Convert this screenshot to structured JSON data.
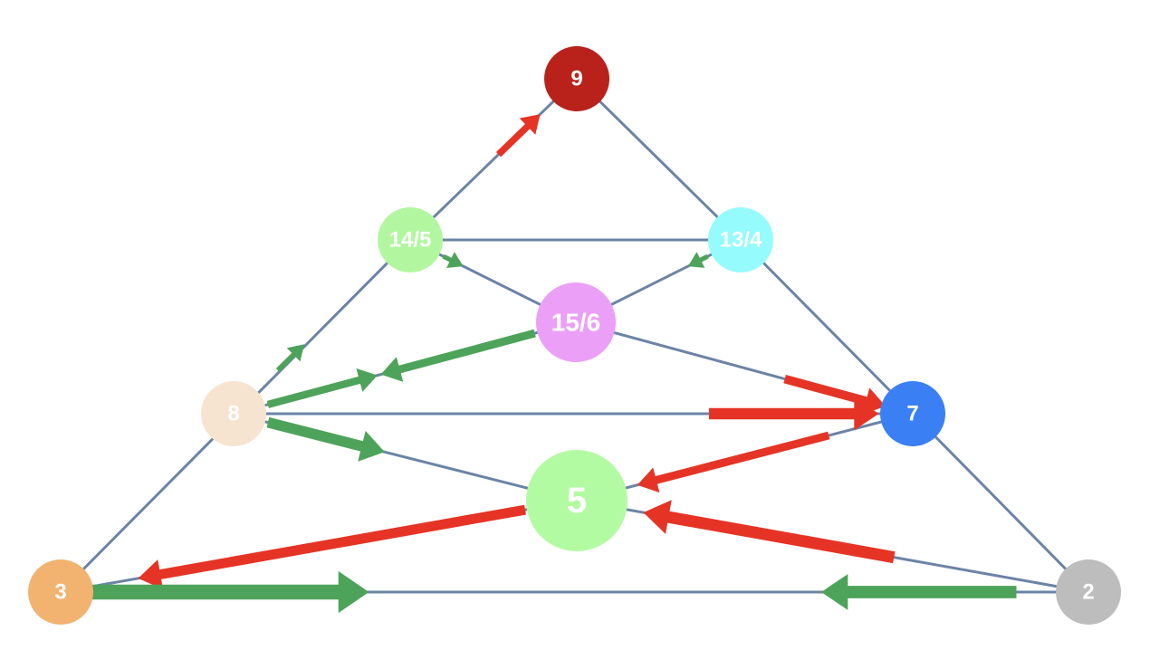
{
  "colors": {
    "edge": "#6b84a6",
    "green_arrow": "#4ea35a",
    "red_arrow": "#e53426"
  },
  "nodes": [
    {
      "id": "n9",
      "label": "9",
      "color": "#b8221a"
    },
    {
      "id": "n145",
      "label": "14/5",
      "color": "#b2f7a0"
    },
    {
      "id": "n134",
      "label": "13/4",
      "color": "#96fbfd"
    },
    {
      "id": "n156",
      "label": "15/6",
      "color": "#ec9ff6"
    },
    {
      "id": "n8",
      "label": "8",
      "color": "#f6e4d0"
    },
    {
      "id": "n7",
      "label": "7",
      "color": "#3b7ff5"
    },
    {
      "id": "n5",
      "label": "5",
      "color": "#b3fba2"
    },
    {
      "id": "n3",
      "label": "3",
      "color": "#f2b270"
    },
    {
      "id": "n2",
      "label": "2",
      "color": "#bdbdbd"
    }
  ],
  "edges": [
    {
      "from": "n3",
      "to": "n145"
    },
    {
      "from": "n145",
      "to": "n9"
    },
    {
      "from": "n9",
      "to": "n134"
    },
    {
      "from": "n134",
      "to": "n7"
    },
    {
      "from": "n7",
      "to": "n2"
    },
    {
      "from": "n3",
      "to": "n2"
    },
    {
      "from": "n145",
      "to": "n134"
    },
    {
      "from": "n145",
      "to": "n156"
    },
    {
      "from": "n134",
      "to": "n156"
    },
    {
      "from": "n8",
      "to": "n156"
    },
    {
      "from": "n156",
      "to": "n7"
    },
    {
      "from": "n8",
      "to": "n7"
    },
    {
      "from": "n8",
      "to": "n5"
    },
    {
      "from": "n7",
      "to": "n5"
    },
    {
      "from": "n5",
      "to": "n3"
    },
    {
      "from": "n2",
      "to": "n5"
    }
  ],
  "arrows": [
    {
      "from": "n145",
      "to": "n9",
      "color": "red",
      "strength": 0.25
    },
    {
      "from": "n8",
      "to": "n145",
      "color": "green",
      "strength": 0.12
    },
    {
      "from": "n145",
      "to": "n156",
      "color": "green",
      "strength": 0.08
    },
    {
      "from": "n134",
      "to": "n156",
      "color": "green",
      "strength": 0.08
    },
    {
      "from": "n8",
      "to": "n156",
      "color": "green",
      "strength": 0.3
    },
    {
      "from": "n156",
      "to": "n8",
      "color": "green",
      "strength": 0.35
    },
    {
      "from": "n156",
      "to": "n7",
      "color": "red",
      "strength": 0.4
    },
    {
      "from": "n8",
      "to": "n7",
      "color": "red",
      "strength": 0.6
    },
    {
      "from": "n8",
      "to": "n5",
      "color": "green",
      "strength": 0.55
    },
    {
      "from": "n7",
      "to": "n5",
      "color": "red",
      "strength": 0.35
    },
    {
      "from": "n2",
      "to": "n5",
      "color": "red",
      "strength": 0.65
    },
    {
      "from": "n2",
      "to": "n3",
      "color": "green",
      "strength": 0.7
    },
    {
      "from": "n5",
      "to": "n3",
      "color": "red",
      "strength": 0.5
    },
    {
      "from": "n3",
      "to": "n2",
      "color": "green",
      "strength": 0.9
    }
  ]
}
